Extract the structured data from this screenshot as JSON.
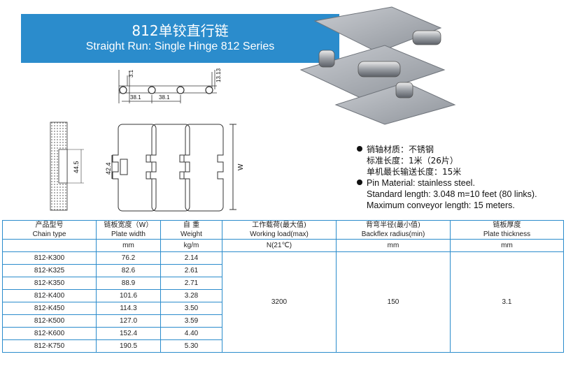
{
  "banner": {
    "title_cn": "812单铰直行链",
    "title_en": "Straight Run: Single Hinge 812 Series"
  },
  "drawing": {
    "dims": {
      "d_3_1": "3.1",
      "d_13_13": "13.13",
      "d_38_1_a": "38.1",
      "d_38_1_b": "38.1",
      "d_44_5": "44.5",
      "d_42_4": "42.4",
      "d_W": "W"
    }
  },
  "specs": {
    "pin_cn": "销轴材质：不锈钢",
    "std_len_cn": "标准长度：1米（26片）",
    "max_len_cn": "单机最长输送长度：15米",
    "pin_en": "Pin Material: stainless steel.",
    "std_len_en": "Standard length: 3.048 m=10 feet (80 links).",
    "max_len_en": "Maximum conveyor length: 15 meters."
  },
  "table": {
    "headers": [
      {
        "cn": "产品型号",
        "en": "Chain type"
      },
      {
        "cn": "链板宽度（W）",
        "en": "Plate width"
      },
      {
        "cn": "自  重",
        "en": "Weight"
      },
      {
        "cn": "工作载荷(最大值)",
        "en": "Working load(max)"
      },
      {
        "cn": "背弯半径(最小值)",
        "en": "Backflex radius(min)"
      },
      {
        "cn": "链板厚度",
        "en": "Plate thickness"
      }
    ],
    "units": [
      "",
      "mm",
      "kg/m",
      "N(21℃)",
      "mm",
      "mm"
    ],
    "rows": [
      {
        "type": "812-K300",
        "width": "76.2",
        "weight": "2.14"
      },
      {
        "type": "812-K325",
        "width": "82.6",
        "weight": "2.61"
      },
      {
        "type": "812-K350",
        "width": "88.9",
        "weight": "2.71"
      },
      {
        "type": "812-K400",
        "width": "101.6",
        "weight": "3.28"
      },
      {
        "type": "812-K450",
        "width": "114.3",
        "weight": "3.50"
      },
      {
        "type": "812-K500",
        "width": "127.0",
        "weight": "3.59"
      },
      {
        "type": "812-K600",
        "width": "152.4",
        "weight": "4.40"
      },
      {
        "type": "812-K750",
        "width": "190.5",
        "weight": "5.30"
      }
    ],
    "working_load": "3200",
    "backflex_radius": "150",
    "plate_thickness": "3.1"
  },
  "colors": {
    "accent_blue": "#2b8ccc",
    "table_border": "#2b8ccc",
    "chain_steel": "#a9adb3"
  }
}
